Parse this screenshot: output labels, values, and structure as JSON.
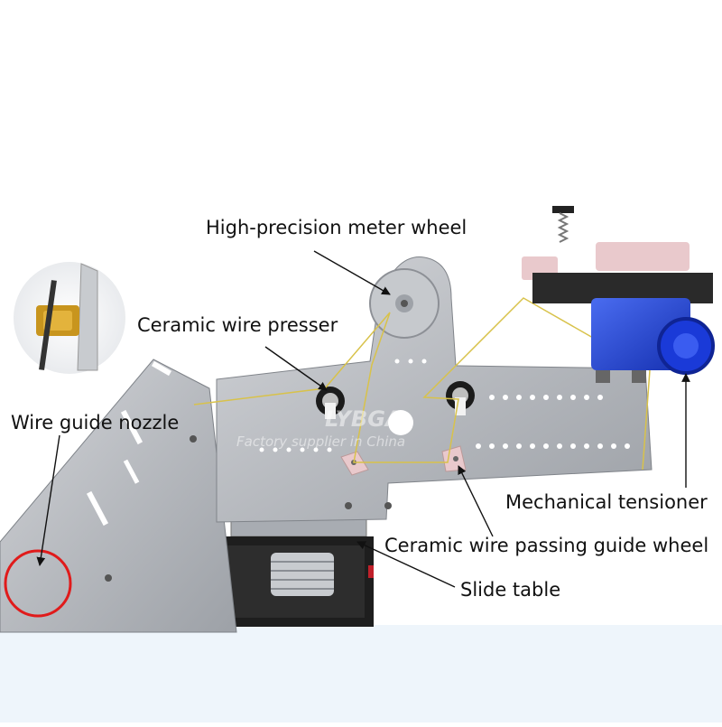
{
  "labels": {
    "meter_wheel": "High-precision meter wheel",
    "wire_presser": "Ceramic wire presser",
    "guide_nozzle": "Wire guide nozzle",
    "tensioner": "Mechanical tensioner",
    "guide_wheel": "Ceramic wire passing guide wheel",
    "slide_table": "Slide table"
  },
  "watermark": {
    "brand": "LYBGA",
    "tagline": "Factory supplier in China"
  },
  "colors": {
    "plate": "#b9bcc2",
    "plate_dark": "#8e9299",
    "tensioner_blue": "#1c3fd6",
    "ceramic": "#e9c9cc",
    "wire": "#d8c24a",
    "highlight_circle": "#e01b1b",
    "brass": "#c8951e",
    "bottom_band": "#eef5fb"
  }
}
